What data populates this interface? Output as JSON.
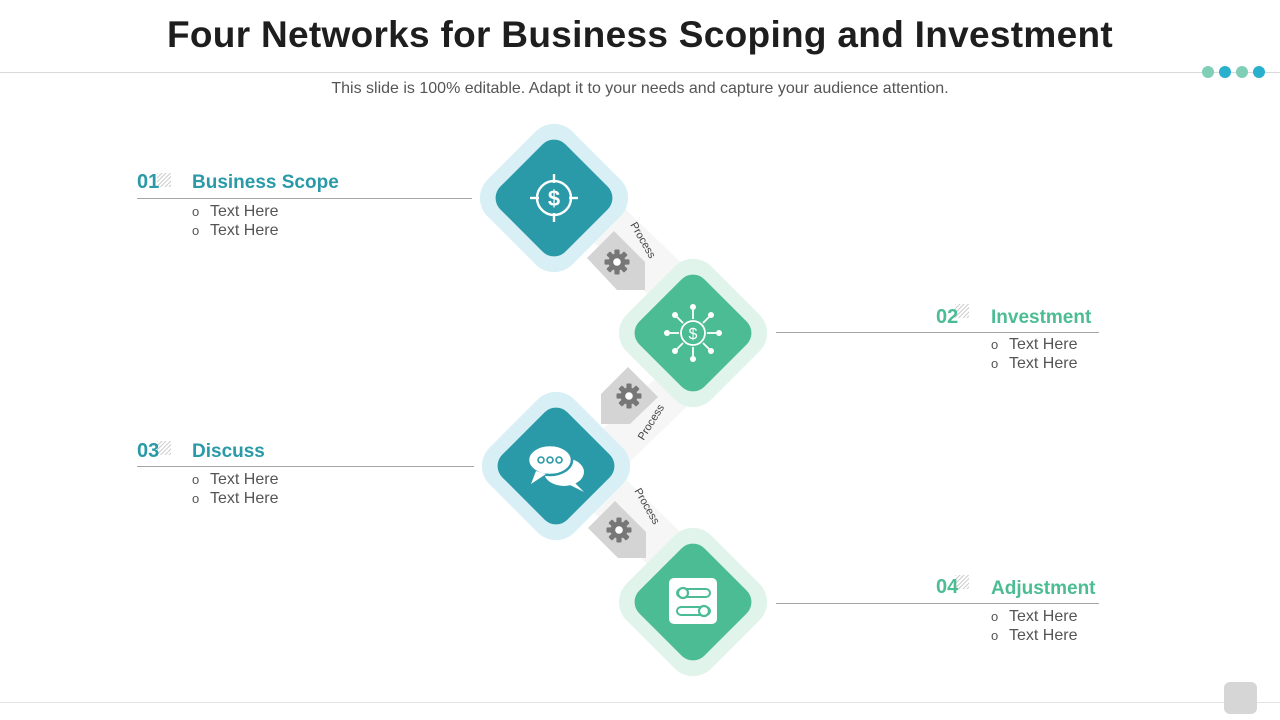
{
  "title": "Four Networks for Business Scoping and Investment",
  "subtitle": "This slide is 100% editable. Adapt it to your needs and capture your audience attention.",
  "colors": {
    "teal": "#2a9aa8",
    "teal_light": "#d8f0f5",
    "green": "#4cbc94",
    "green_light": "#e1f4ec",
    "gray_arrow": "#d4d4d4",
    "gear": "#777777",
    "dots": [
      "#7fcfb6",
      "#2ab0cc",
      "#7fcfb6",
      "#2ab0cc"
    ]
  },
  "steps": [
    {
      "number": "01",
      "title": "Business Scope",
      "bullets": [
        "Text Here",
        "Text Here"
      ],
      "icon": "dollar-target-icon"
    },
    {
      "number": "02",
      "title": "Investment",
      "bullets": [
        "Text Here",
        "Text Here"
      ],
      "icon": "dollar-network-icon"
    },
    {
      "number": "03",
      "title": "Discuss",
      "bullets": [
        "Text Here",
        "Text Here"
      ],
      "icon": "chat-bubbles-icon"
    },
    {
      "number": "04",
      "title": "Adjustment",
      "bullets": [
        "Text Here",
        "Text Here"
      ],
      "icon": "sliders-icon"
    }
  ],
  "connectors": [
    {
      "label": "Process",
      "icon": "gear-icon"
    },
    {
      "label": "Process",
      "icon": "gear-icon"
    },
    {
      "label": "Process",
      "icon": "gear-icon"
    }
  ]
}
